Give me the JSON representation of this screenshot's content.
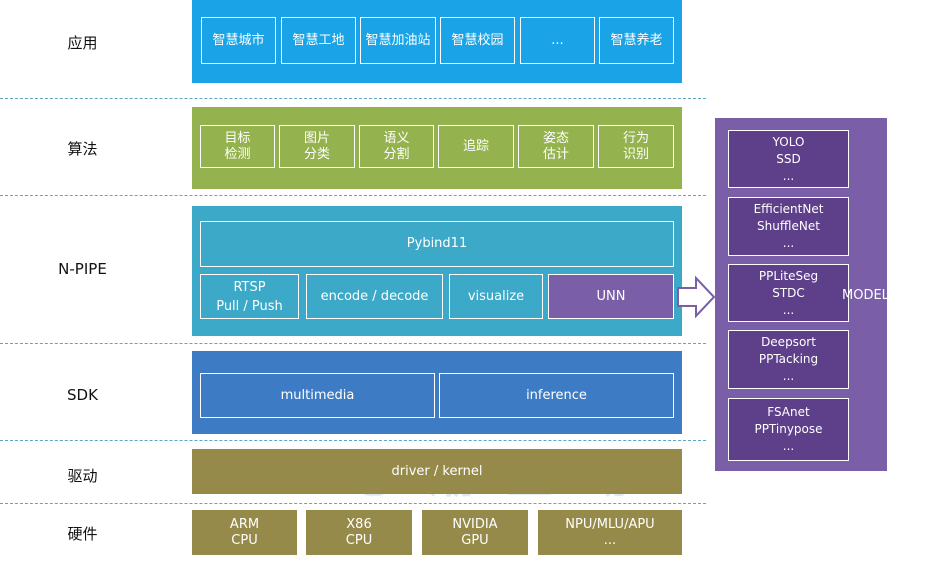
{
  "layers": {
    "app": {
      "label": "应用",
      "items": [
        "智慧城市",
        "智慧工地",
        "智慧加油站",
        "智慧校园",
        "...",
        "智慧养老"
      ]
    },
    "algo": {
      "label": "算法",
      "items": [
        "目标\n检测",
        "图片\n分类",
        "语义\n分割",
        "追踪",
        "姿态\n估计",
        "行为\n识别"
      ]
    },
    "npipe": {
      "label": "N-PIPE",
      "pybind": "Pybind11",
      "items": [
        "RTSP\nPull / Push",
        "encode / decode",
        "visualize",
        "UNN"
      ]
    },
    "sdk": {
      "label": "SDK",
      "items": [
        "multimedia",
        "inference"
      ]
    },
    "driver": {
      "label": "驱动",
      "item": "driver / kernel"
    },
    "hardware": {
      "label": "硬件",
      "items": [
        "ARM\nCPU",
        "X86\nCPU",
        "NVIDIA\nGPU",
        "NPU/MLU/APU\n..."
      ]
    }
  },
  "model": {
    "label": "MODEL",
    "items": [
      "YOLO\nSSD\n...",
      "EfficientNet\nShuffleNet\n...",
      "PPLiteSeg\nSTDC\n...",
      "Deepsort\nPPTacking\n...",
      "FSAnet\nPPTinypose\n..."
    ]
  },
  "watermark": "思 潮 互 动",
  "colors": {
    "app": "#1aa3e6",
    "algo": "#94b24d",
    "npipe": "#3ba9c7",
    "sdk": "#3d7cc4",
    "driver": "#958a4a",
    "hardware": "#958a4a",
    "model": "#7a5ea8",
    "unn": "#7a5ea8",
    "divider": "#5fa6c4"
  }
}
